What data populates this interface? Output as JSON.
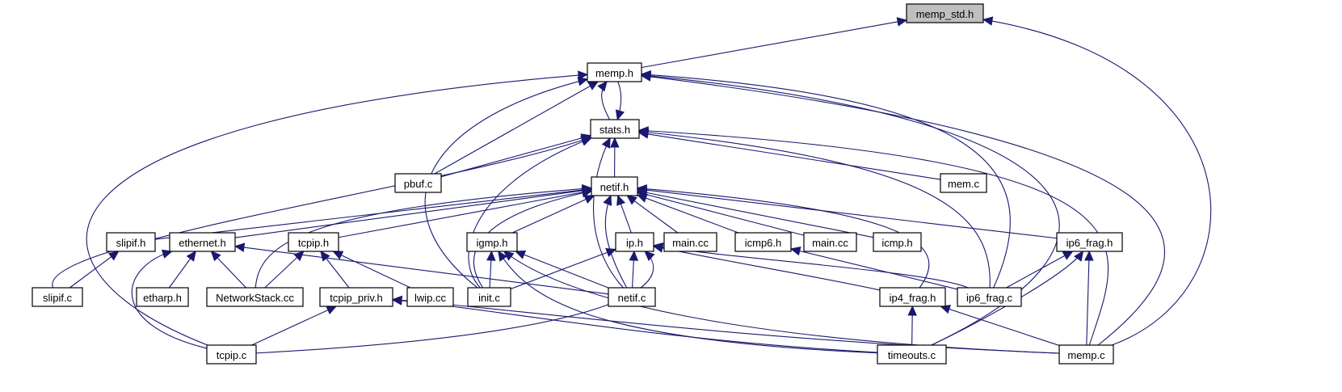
{
  "diagram": {
    "focus": "memp_std.h",
    "nodes": [
      {
        "id": "memp_std_h",
        "label": "memp_std.h",
        "focus": true
      },
      {
        "id": "memp_h",
        "label": "memp.h"
      },
      {
        "id": "stats_h",
        "label": "stats.h"
      },
      {
        "id": "pbuf_c",
        "label": "pbuf.c"
      },
      {
        "id": "netif_h",
        "label": "netif.h"
      },
      {
        "id": "mem_c",
        "label": "mem.c"
      },
      {
        "id": "slipif_h",
        "label": "slipif.h"
      },
      {
        "id": "ethernet_h",
        "label": "ethernet.h"
      },
      {
        "id": "tcpip_h",
        "label": "tcpip.h"
      },
      {
        "id": "igmp_h",
        "label": "igmp.h"
      },
      {
        "id": "ip_h",
        "label": "ip.h"
      },
      {
        "id": "main_cc_1",
        "label": "main.cc"
      },
      {
        "id": "icmp6_h",
        "label": "icmp6.h"
      },
      {
        "id": "main_cc_2",
        "label": "main.cc"
      },
      {
        "id": "icmp_h",
        "label": "icmp.h"
      },
      {
        "id": "ip6_frag_h",
        "label": "ip6_frag.h"
      },
      {
        "id": "slipif_c",
        "label": "slipif.c"
      },
      {
        "id": "etharp_h",
        "label": "etharp.h"
      },
      {
        "id": "networkstack_cc",
        "label": "NetworkStack.cc"
      },
      {
        "id": "tcpip_priv_h",
        "label": "tcpip_priv.h"
      },
      {
        "id": "lwip_cc",
        "label": "lwip.cc"
      },
      {
        "id": "init_c",
        "label": "init.c"
      },
      {
        "id": "netif_c",
        "label": "netif.c"
      },
      {
        "id": "ip4_frag_h",
        "label": "ip4_frag.h"
      },
      {
        "id": "ip6_frag_c",
        "label": "ip6_frag.c"
      },
      {
        "id": "tcpip_c",
        "label": "tcpip.c"
      },
      {
        "id": "timeouts_c",
        "label": "timeouts.c"
      },
      {
        "id": "memp_c",
        "label": "memp.c"
      }
    ],
    "edges": [
      {
        "from": "memp_h",
        "to": "memp_std_h"
      },
      {
        "from": "memp_c",
        "to": "memp_std_h"
      },
      {
        "from": "stats_h",
        "to": "memp_h"
      },
      {
        "from": "memp_h",
        "to": "stats_h"
      },
      {
        "from": "pbuf_c",
        "to": "memp_h"
      },
      {
        "from": "tcpip_c",
        "to": "memp_h"
      },
      {
        "from": "init_c",
        "to": "memp_h"
      },
      {
        "from": "ip6_frag_c",
        "to": "memp_h"
      },
      {
        "from": "timeouts_c",
        "to": "memp_h"
      },
      {
        "from": "memp_c",
        "to": "memp_h"
      },
      {
        "from": "pbuf_c",
        "to": "stats_h"
      },
      {
        "from": "netif_h",
        "to": "stats_h"
      },
      {
        "from": "mem_c",
        "to": "stats_h"
      },
      {
        "from": "slipif_c",
        "to": "stats_h"
      },
      {
        "from": "init_c",
        "to": "stats_h"
      },
      {
        "from": "netif_c",
        "to": "stats_h"
      },
      {
        "from": "ip6_frag_c",
        "to": "stats_h"
      },
      {
        "from": "memp_c",
        "to": "stats_h"
      },
      {
        "from": "slipif_h",
        "to": "netif_h"
      },
      {
        "from": "ethernet_h",
        "to": "netif_h"
      },
      {
        "from": "tcpip_h",
        "to": "netif_h"
      },
      {
        "from": "igmp_h",
        "to": "netif_h"
      },
      {
        "from": "ip_h",
        "to": "netif_h"
      },
      {
        "from": "main_cc_1",
        "to": "netif_h"
      },
      {
        "from": "icmp6_h",
        "to": "netif_h"
      },
      {
        "from": "main_cc_2",
        "to": "netif_h"
      },
      {
        "from": "icmp_h",
        "to": "netif_h"
      },
      {
        "from": "ip6_frag_h",
        "to": "netif_h"
      },
      {
        "from": "networkstack_cc",
        "to": "netif_h"
      },
      {
        "from": "init_c",
        "to": "netif_h"
      },
      {
        "from": "netif_c",
        "to": "netif_h"
      },
      {
        "from": "ip4_frag_h",
        "to": "netif_h"
      },
      {
        "from": "slipif_c",
        "to": "slipif_h"
      },
      {
        "from": "etharp_h",
        "to": "ethernet_h"
      },
      {
        "from": "networkstack_cc",
        "to": "ethernet_h"
      },
      {
        "from": "tcpip_c",
        "to": "ethernet_h"
      },
      {
        "from": "netif_c",
        "to": "ethernet_h"
      },
      {
        "from": "networkstack_cc",
        "to": "tcpip_h"
      },
      {
        "from": "tcpip_priv_h",
        "to": "tcpip_h"
      },
      {
        "from": "lwip_cc",
        "to": "tcpip_h"
      },
      {
        "from": "init_c",
        "to": "igmp_h"
      },
      {
        "from": "netif_c",
        "to": "igmp_h"
      },
      {
        "from": "timeouts_c",
        "to": "igmp_h"
      },
      {
        "from": "memp_c",
        "to": "igmp_h"
      },
      {
        "from": "init_c",
        "to": "ip_h"
      },
      {
        "from": "netif_c",
        "to": "ip_h"
      },
      {
        "from": "tcpip_c",
        "to": "ip_h"
      },
      {
        "from": "ip4_frag_h",
        "to": "ip_h"
      },
      {
        "from": "ip6_frag_c",
        "to": "ip_h"
      },
      {
        "from": "ip6_frag_c",
        "to": "icmp6_h"
      },
      {
        "from": "ip6_frag_c",
        "to": "ip6_frag_h"
      },
      {
        "from": "timeouts_c",
        "to": "ip6_frag_h"
      },
      {
        "from": "memp_c",
        "to": "ip6_frag_h"
      },
      {
        "from": "tcpip_c",
        "to": "tcpip_priv_h"
      },
      {
        "from": "timeouts_c",
        "to": "tcpip_priv_h"
      },
      {
        "from": "memp_c",
        "to": "tcpip_priv_h"
      },
      {
        "from": "timeouts_c",
        "to": "ip4_frag_h"
      },
      {
        "from": "memp_c",
        "to": "ip4_frag_h"
      }
    ]
  }
}
